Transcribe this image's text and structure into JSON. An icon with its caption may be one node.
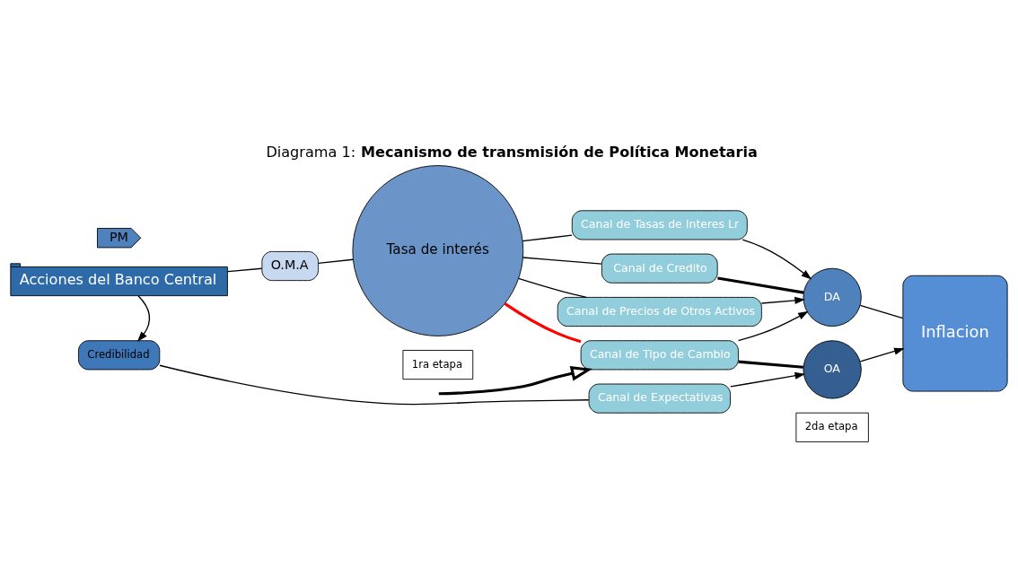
{
  "diagram": {
    "title": "Diagrama 1: **Mecanismo de transmisión de Política Monetaria**",
    "nodes": [
      {
        "text": [
          "PM"
        ]
      },
      {
        "text": [
          "Acciones del Banco Central"
        ]
      },
      {
        "text": [
          "O.M.A"
        ]
      },
      {
        "text": [
          "Tasa de interés"
        ]
      },
      {
        "text": [
          "Canal de Tasas de Interes Lr"
        ]
      },
      {
        "text": [
          "Canal de Credito"
        ]
      },
      {
        "text": [
          "Canal de Precios de Otros Activos"
        ]
      },
      {
        "text": [
          "Canal de Tipo de Cambio"
        ]
      },
      {
        "text": [
          "Canal de Expectativas"
        ]
      },
      {
        "text": [
          "DA"
        ]
      },
      {
        "text": [
          "OA"
        ]
      },
      {
        "text": [
          "Inflacion"
        ]
      },
      {
        "text": [
          "Credibilidad"
        ]
      },
      {
        "text": [
          "1ra etapa"
        ]
      },
      {
        "text": [
          "2da etapa"
        ]
      }
    ],
    "edges": [
      {
        "from": 1,
        "to": 2,
        "arrow": "none"
      },
      {
        "from": 2,
        "to": 3,
        "arrow": "none"
      },
      {
        "from": 3,
        "to": 4,
        "arrow": "none"
      },
      {
        "from": 3,
        "to": 5,
        "arrow": "none"
      },
      {
        "from": 3,
        "to": 6,
        "arrow": "none"
      },
      {
        "from": 3,
        "to": 7,
        "arrow": "none",
        "style": "thick",
        "color": "#ff0000"
      },
      {
        "from": 4,
        "to": 9,
        "arrow": "to"
      },
      {
        "from": 5,
        "to": 9,
        "arrow": "none",
        "style": "thick"
      },
      {
        "from": 6,
        "to": 9,
        "arrow": "to"
      },
      {
        "from": 7,
        "to": 9,
        "arrow": "to"
      },
      {
        "from": 7,
        "to": 10,
        "arrow": "none",
        "style": "thick"
      },
      {
        "from": 8,
        "to": 10,
        "arrow": "to"
      },
      {
        "from": 9,
        "to": 11,
        "arrow": "none"
      },
      {
        "from": 10,
        "to": 11,
        "arrow": "to"
      },
      {
        "from": 1,
        "to": 12,
        "arrow": "to"
      },
      {
        "from": 12,
        "to": 8,
        "arrow": "none"
      },
      {
        "from": null,
        "to": 7,
        "arrow": "to",
        "style": "thick"
      }
    ]
  }
}
